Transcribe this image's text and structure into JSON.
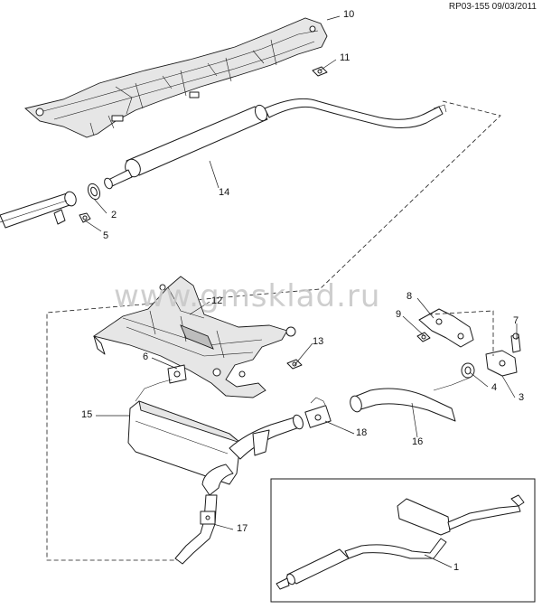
{
  "reference": "RP03-155 09/03/2011",
  "watermark": "www.gmsklad.ru",
  "callouts": {
    "c1": "1",
    "c2": "2",
    "c3": "3",
    "c4": "4",
    "c5": "5",
    "c6": "6",
    "c7": "7",
    "c8": "8",
    "c9": "9",
    "c10": "10",
    "c11": "11",
    "c12": "12",
    "c13": "13",
    "c14": "14",
    "c15": "15",
    "c16": "16",
    "c17": "17",
    "c18": "18"
  }
}
